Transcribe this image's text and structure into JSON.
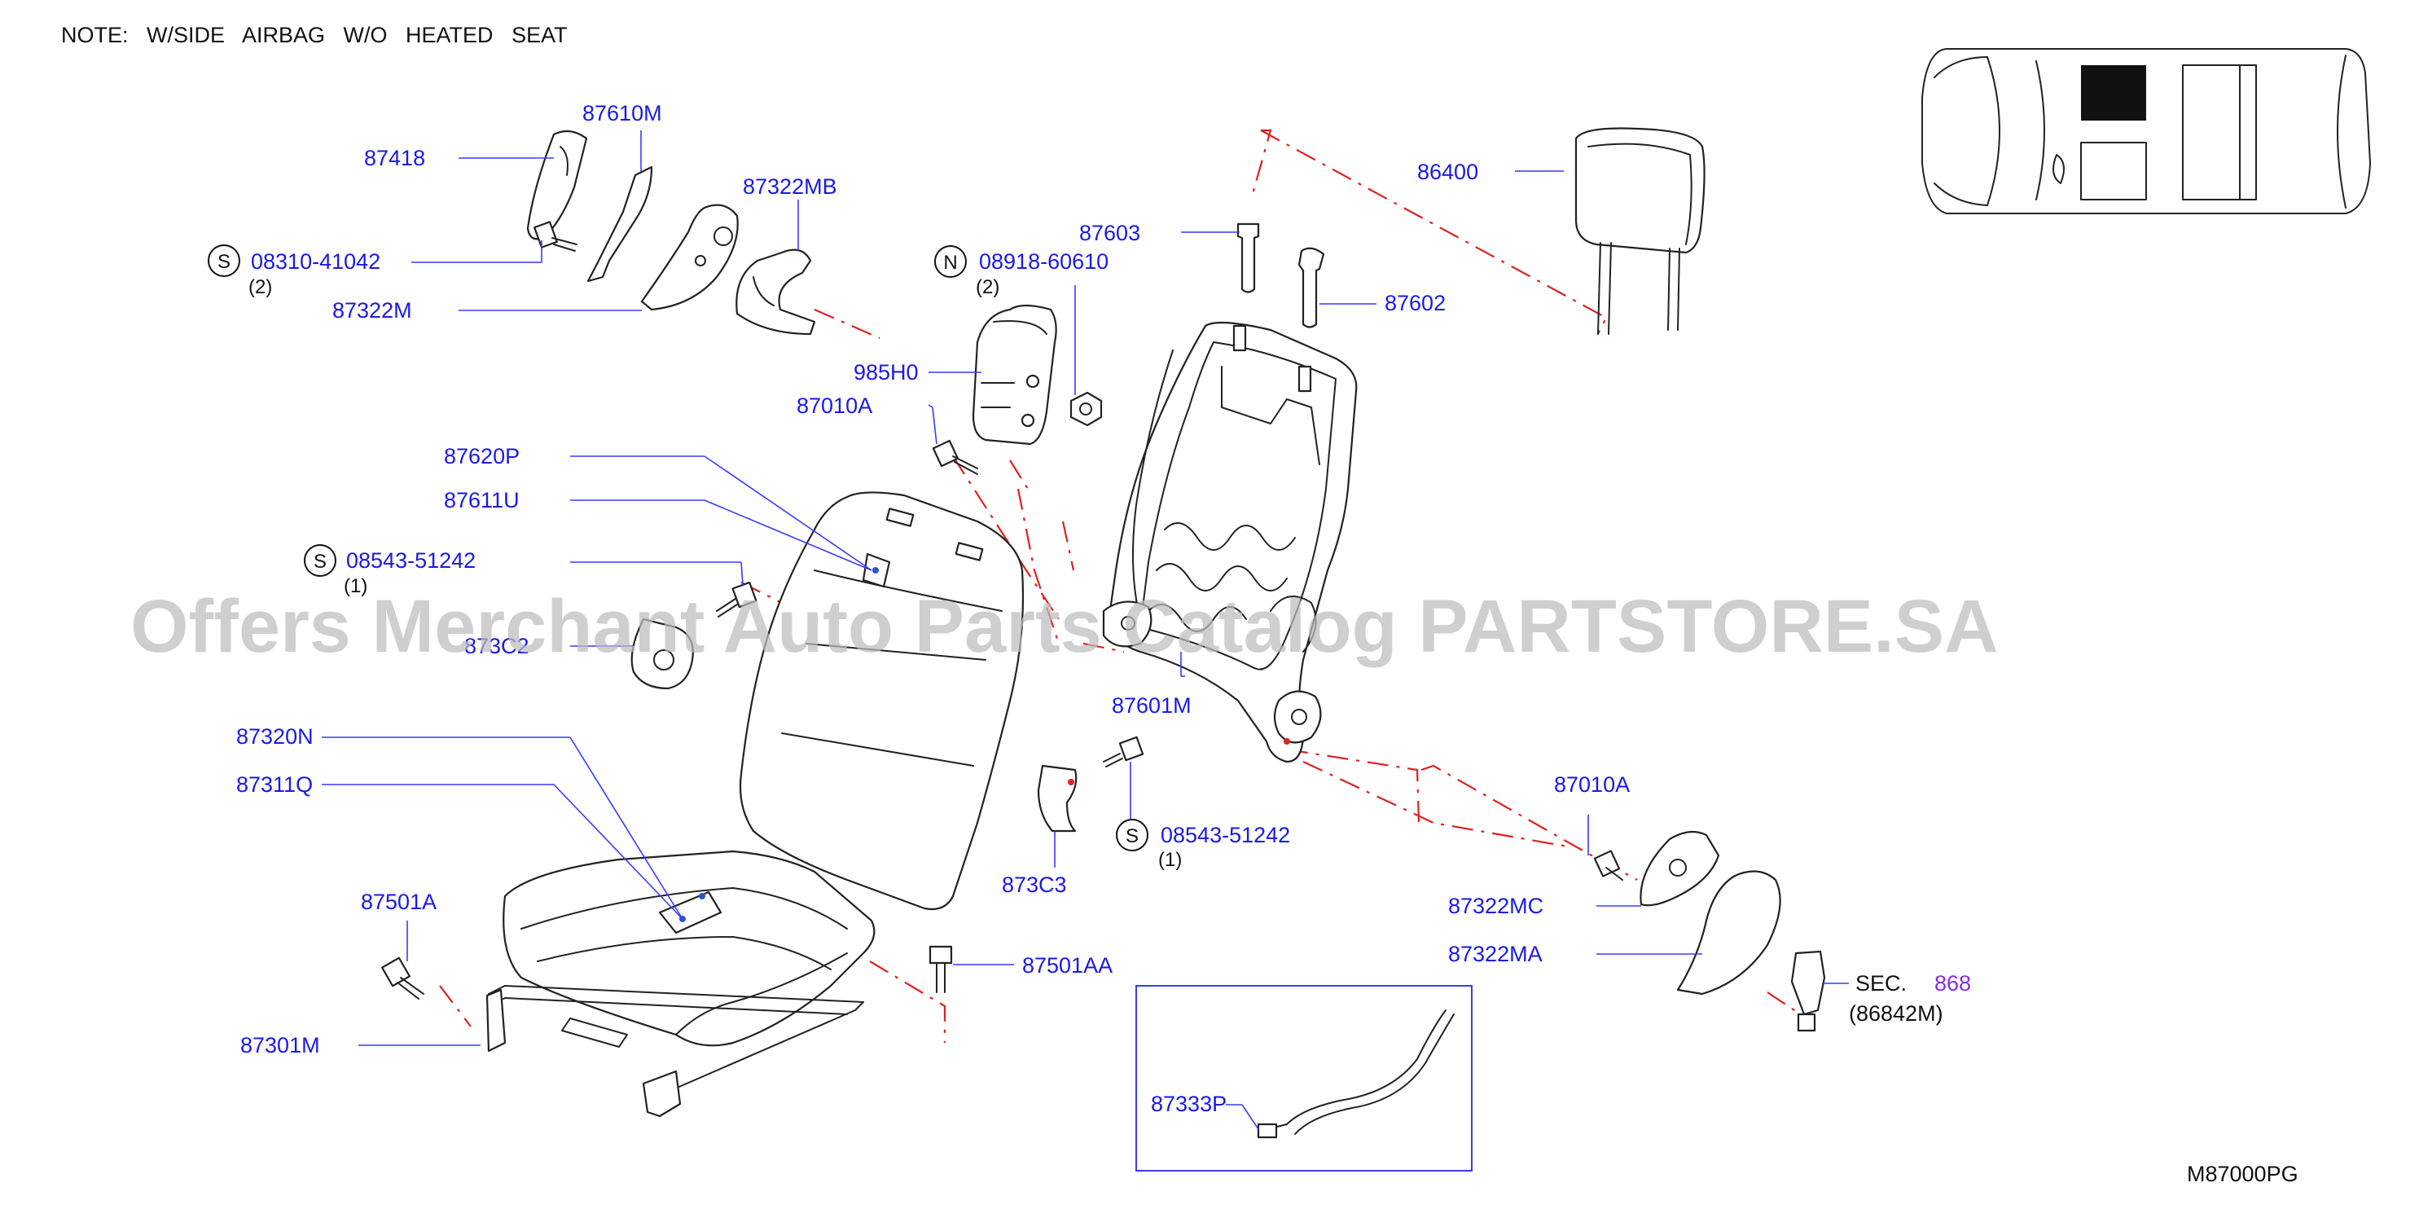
{
  "note": "NOTE:   W/SIDE   AIRBAG   W/O   HEATED   SEAT",
  "watermark": "Offers Merchant Auto Parts Catalog PARTSTORE.SA",
  "diagram_code": "M87000PG",
  "labels": {
    "p87418": "87418",
    "p87610M": "87610M",
    "p87322MB": "87322MB",
    "p08310": "08310-41042",
    "p08310_qty": "(2)",
    "p87322M": "87322M",
    "p08918": "08918-60610",
    "p08918_qty": "(2)",
    "p87603": "87603",
    "p86400": "86400",
    "p87602": "87602",
    "p985H0": "985H0",
    "p87010A_top": "87010A",
    "p87620P": "87620P",
    "p87611U": "87611U",
    "p08543_left": "08543-51242",
    "p08543_left_qty": "(1)",
    "p873C2": "873C2",
    "p87601M": "87601M",
    "p87320N": "87320N",
    "p87311Q": "87311Q",
    "p873C3": "873C3",
    "p08543_right": "08543-51242",
    "p08543_right_qty": "(1)",
    "p87010A_right": "87010A",
    "p87322MC": "87322MC",
    "p87322MA": "87322MA",
    "p87501A": "87501A",
    "p87501AA": "87501AA",
    "p87301M": "87301M",
    "p87333P": "87333P",
    "sec_label": "SEC.",
    "sec_num": "868",
    "sec_part": "(86842M)"
  },
  "markers": {
    "s": "S",
    "n": "N"
  },
  "colors": {
    "label_blue": "#1a1ae6",
    "dash_red": "#e02020",
    "sec_purple": "#8a2be2",
    "watermark_gray": "#bdbdbd"
  }
}
